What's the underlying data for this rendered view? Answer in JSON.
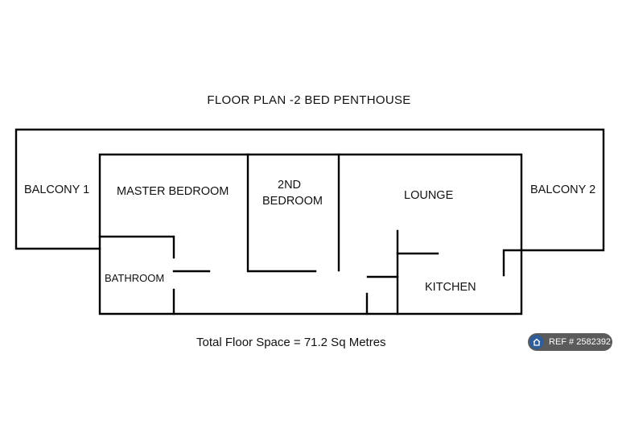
{
  "title": "FLOOR PLAN -2 BED PENTHOUSE",
  "rooms": {
    "balcony1": "BALCONY 1",
    "master_bedroom": "MASTER BEDROOM",
    "second_bedroom_line1": "2ND",
    "second_bedroom_line2": "BEDROOM",
    "lounge": "LOUNGE",
    "balcony2": "BALCONY 2",
    "bathroom": "BATHROOM",
    "kitchen": "KITCHEN"
  },
  "footer": {
    "total_floor_space": "Total Floor Space = 71.2 Sq Metres"
  },
  "ref_badge": {
    "text": "REF # 2582392",
    "logo_icon": "house-logo-icon",
    "background_color": "#5b5b5b"
  }
}
